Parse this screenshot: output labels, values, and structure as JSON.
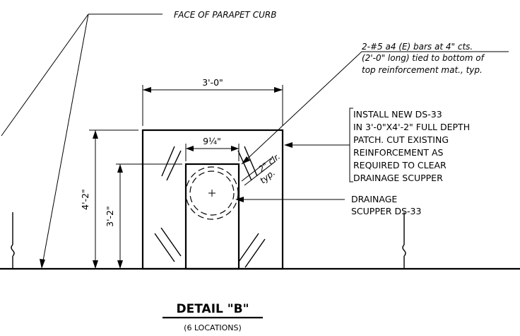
{
  "labels": {
    "face_of_parapet_curb": "FACE OF PARAPET CURB",
    "bars_note": [
      "2-#5 a4 (E) bars at 4\" cts.",
      "(2'-0\" long) tied to bottom of",
      "top reinforcement mat., typ."
    ],
    "install_note": [
      "INSTALL NEW DS-33",
      "IN 3'-0\"X4'-2\" FULL DEPTH",
      "PATCH. CUT EXISTING",
      "REINFORCEMENT AS",
      "REQUIRED TO CLEAR",
      "DRAINAGE SCUPPER"
    ],
    "drainage_note": [
      "DRAINAGE",
      "SCUPPER DS-33"
    ],
    "clearance_note": [
      "2\" clr.",
      "typ."
    ]
  },
  "dimensions": {
    "top_width": "3'-0\"",
    "scupper_width": "9¼\"",
    "height_outer": "4'-2\"",
    "height_inner": "3'-2\""
  },
  "title": {
    "main": "DETAIL \"B\"",
    "sub": "(6 LOCATIONS)"
  }
}
